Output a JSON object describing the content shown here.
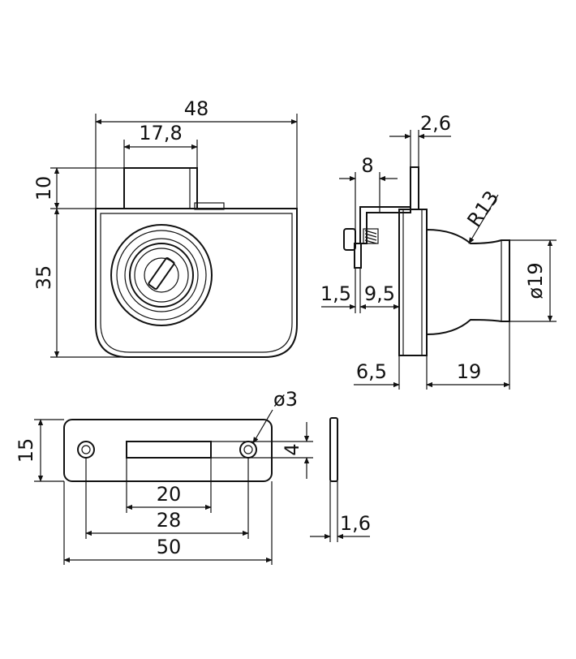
{
  "front_view": {
    "width_label": "48",
    "cylinder_width_label": "17,8",
    "cylinder_height_label": "10",
    "body_height_label": "35"
  },
  "side_view": {
    "thickness_label": "2,6",
    "bracket_label": "8",
    "radius_label": "R13",
    "diameter_label": "ø19",
    "gap_label": "1,5",
    "depth_label": "9,5",
    "base_label": "6,5",
    "knob_length_label": "19"
  },
  "strike_plate": {
    "height_label": "15",
    "hole_label": "ø3",
    "slot_height_label": "4",
    "slot_width_label": "20",
    "hole_spacing_label": "28",
    "length_label": "50",
    "thickness_label": "1,6"
  },
  "colors": {
    "line": "#111111",
    "background": "#ffffff"
  }
}
